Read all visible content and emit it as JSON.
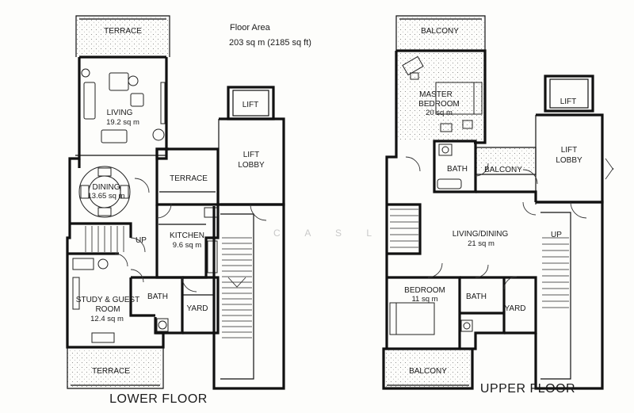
{
  "info": {
    "floor_area_label": "Floor Area",
    "floor_area_value": "203 sq m (2185 sq ft)"
  },
  "lower_floor": {
    "title": "LOWER FLOOR",
    "terrace_top": "TERRACE",
    "living": "LIVING",
    "living_area": "19.2 sq m",
    "dining": "DINING",
    "dining_area": "13.65 sq m",
    "terrace_mid": "TERRACE",
    "lift": "LIFT",
    "lift_lobby_1": "LIFT",
    "lift_lobby_2": "LOBBY",
    "up": "UP",
    "kitchen": "KITCHEN",
    "kitchen_area": "9.6 sq m",
    "study_1": "STUDY & GUEST",
    "study_2": "ROOM",
    "study_area": "12.4 sq m",
    "bath": "BATH",
    "yard": "YARD",
    "terrace_bottom": "TERRACE"
  },
  "upper_floor": {
    "title": "UPPER FLOOR",
    "balcony_top": "BALCONY",
    "master_1": "MASTER",
    "master_2": "BEDROOM",
    "master_area": "20 sq m",
    "bath_master": "BATH",
    "balcony_mid": "BALCONY",
    "lift": "LIFT",
    "lift_lobby_1": "LIFT",
    "lift_lobby_2": "LOBBY",
    "living_dining": "LIVING/DINING",
    "living_dining_area": "21 sq m",
    "up": "UP",
    "bedroom": "BEDROOM",
    "bedroom_area": "11 sq m",
    "bath": "BATH",
    "yard": "YARD",
    "balcony_bottom": "BALCONY"
  },
  "watermark": "C A S L"
}
